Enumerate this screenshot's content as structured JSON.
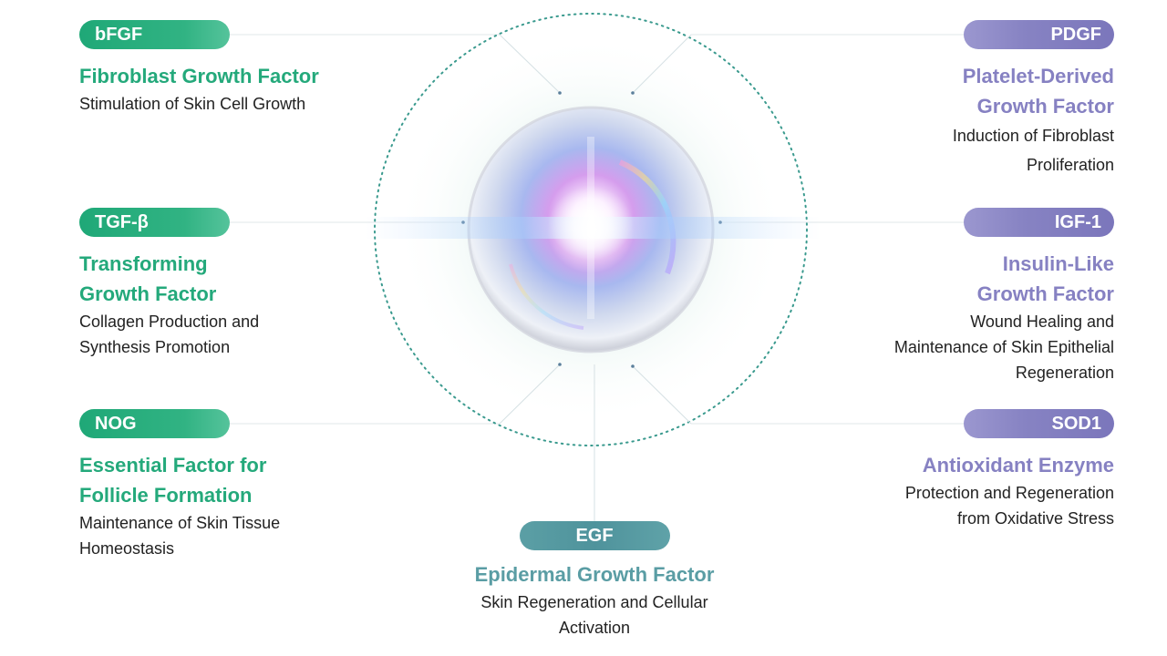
{
  "factors": {
    "bfgf": {
      "abbr": "bFGF",
      "name": [
        "Fibroblast Growth Factor"
      ],
      "desc": [
        "Stimulation of Skin Cell Growth"
      ]
    },
    "tgfb": {
      "abbr": "TGF-β",
      "name": [
        "Transforming",
        "Growth Factor"
      ],
      "desc": [
        "Collagen Production and",
        "Synthesis Promotion"
      ]
    },
    "nog": {
      "abbr": "NOG",
      "name": [
        "Essential Factor for",
        "Follicle Formation"
      ],
      "desc": [
        "Maintenance of Skin Tissue",
        "Homeostasis"
      ]
    },
    "egf": {
      "abbr": "EGF",
      "name": [
        "Epidermal Growth Factor"
      ],
      "desc": [
        "Skin Regeneration and Cellular",
        "Activation"
      ]
    },
    "pdgf": {
      "abbr": "PDGF",
      "name": [
        "Platelet-Derived",
        "Growth Factor"
      ],
      "desc": [
        "Induction of Fibroblast",
        "Proliferation"
      ]
    },
    "igf1": {
      "abbr": "IGF-1",
      "name": [
        "Insulin-Like",
        "Growth Factor"
      ],
      "desc": [
        "Wound Healing and",
        "Maintenance of Skin Epithelial",
        "Regeneration"
      ]
    },
    "sod1": {
      "abbr": "SOD1",
      "name": [
        "Antioxidant Enzyme"
      ],
      "desc": [
        "Protection and Regeneration",
        "from Oxidative Stress"
      ]
    }
  },
  "colors": {
    "green": "#24a97b",
    "purple": "#8681c2",
    "teal": "#5a9da4",
    "text": "#222222",
    "ring_dots": "#3a9a8e"
  }
}
